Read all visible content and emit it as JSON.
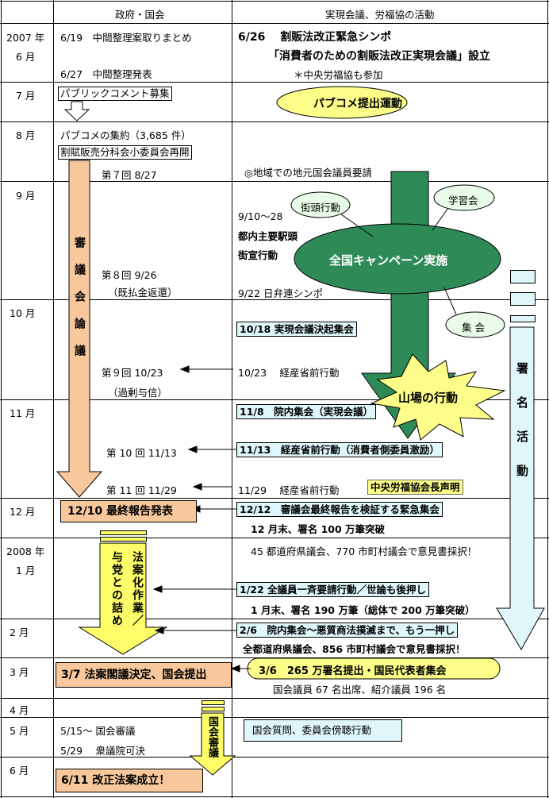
{
  "header": {
    "col_gov": "政府・国会",
    "col_activity": "実現会議、労福協の活動"
  },
  "months": {
    "m2007_06a": "2007 年",
    "m2007_06b": "6 月",
    "m07": "7 月",
    "m08": "8 月",
    "m09": "9 月",
    "m10": "10 月",
    "m11": "11 月",
    "m12": "12 月",
    "m2008_01a": "2008 年",
    "m2008_01b": "1 月",
    "m02": "2 月",
    "m03": "3 月",
    "m04": "4 月",
    "m05": "5 月",
    "m06": "6 月"
  },
  "gov": {
    "jun19": "6/19　中間整理案取りまとめ",
    "jun27": "6/27　中間整理発表",
    "public_comment": "パブリックコメント募集",
    "pubcome_count": "パブコメの集約（3,685 件）",
    "subcommittee": "割賦販売分科会小委員会再開",
    "s7": "第７回  8/27",
    "s8": "第８回  9/26",
    "s8_note": "（既払金返還）",
    "s9": "第９回  10/23",
    "s9_note": "（過剰与信）",
    "s10": "第 10 回  11/13",
    "s11": "第 11 回 11/29",
    "final_report": "12/10  最終報告発表",
    "cabinet": "3/7 法案閣議決定、国会提出",
    "may15": "5/15～  国会審議",
    "may29": "5/29　 衆議院可決",
    "enacted": "6/11  改正法案成立！",
    "deliberation_vertical": "審議会論議",
    "drafting_vertical_1": "法案化作業／",
    "drafting_vertical_2": "与党との詰め",
    "diet_vertical": "国会審議"
  },
  "act": {
    "jun26": "6/26　 割販法改正緊急シンポ",
    "council": "「消費者のための割販法改正実現会議」設立",
    "rofukukyo": "＊中央労福協も参加",
    "pubcome_campaign": "パブコメ提出運動",
    "local_diet": "◎地域での地元国会議員要請",
    "street_bubble": "街頭行動",
    "study_bubble": "学習会",
    "sep10": "9/10～28",
    "stations": "都内主要駅頭",
    "street_action": "街宣行動",
    "campaign": "全国キャンペーン実施",
    "sep22": "9/22 日弁連シンポ",
    "meeting_bubble": "集 会",
    "oct18": "10/18  実現会議決起集会",
    "oct23": "10/23　 経産省前行動",
    "climax": "山場の行動",
    "nov8": "11/8　院内集会（実現会議）",
    "nov13": "11/13　経産省前行動（消費者側委員激励）",
    "nov29": "11/29　 経産省前行動",
    "chairman": "中央労福協会長声明",
    "dec12": "12/12　審議会最終報告を検証する緊急集会",
    "dec_sig": "12 月末、署名 100 万筆突破",
    "resolutions_45": "45 都道府県議会、770 市町村議会で意見書採択！",
    "jan22": "1/22  全議員一斉要請行動／世論も後押し",
    "jan_sig": "1 月末、署名 190 万筆（総体で 200 万筆突破）",
    "feb6": "2/6　院内集会～悪質商法撲滅まで、もう一押し",
    "resolutions_all": "全都道府県議会、856 市町村議会で意見書採択！",
    "mar6": "3/6　265 万署名提出・国民代表者集会",
    "mar6_note": "国会議員 67 名出席、紹介議員 196 名",
    "diet_question": "国会質問、委員会傍聴行動",
    "signature_vertical": "署名活動"
  },
  "colors": {
    "orange": "#f8c79c",
    "yellow": "#fdfd6a",
    "green": "#2e8b57",
    "cyan": "#dff7fb"
  }
}
